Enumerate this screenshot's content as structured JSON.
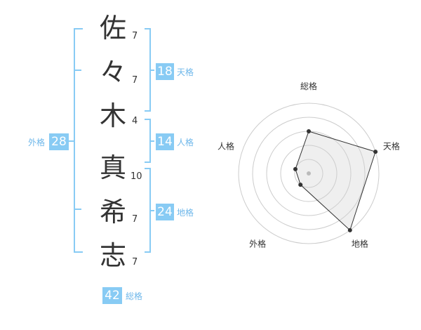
{
  "colors": {
    "bracket": "#88cbf4",
    "badge_bg": "#88cbf4",
    "label": "#6eb7ea",
    "text": "#333333"
  },
  "name_chars": [
    {
      "char": "佐",
      "strokes": "7"
    },
    {
      "char": "々",
      "strokes": "7"
    },
    {
      "char": "木",
      "strokes": "4"
    },
    {
      "char": "真",
      "strokes": "10"
    },
    {
      "char": "希",
      "strokes": "7"
    },
    {
      "char": "志",
      "strokes": "7"
    }
  ],
  "fortunes": {
    "tenkaku": {
      "label": "天格",
      "value": "18"
    },
    "jinkaku": {
      "label": "人格",
      "value": "14"
    },
    "chikaku": {
      "label": "地格",
      "value": "24"
    },
    "gaikaku": {
      "label": "外格",
      "value": "28"
    },
    "soukaku": {
      "label": "総格",
      "value": "42"
    }
  },
  "radar": {
    "axes": [
      "総格",
      "天格",
      "地格",
      "外格",
      "人格"
    ],
    "levels": 5,
    "values": [
      3,
      5,
      5,
      1,
      1
    ]
  }
}
